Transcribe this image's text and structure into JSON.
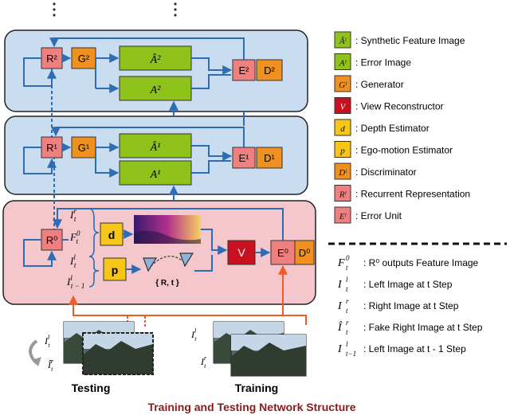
{
  "diagram": {
    "caption": "Training and Testing Network Structure",
    "layers": [
      {
        "recurrent": "R²",
        "generator": "G²",
        "synthetic": "Â²",
        "error": "A²",
        "error_unit": "E²",
        "discriminator": "D²"
      },
      {
        "recurrent": "R¹",
        "generator": "G¹",
        "synthetic": "Â¹",
        "error": "A¹",
        "error_unit": "E¹",
        "discriminator": "D¹"
      }
    ],
    "base": {
      "recurrent": "R⁰",
      "depth": "d",
      "egomotion": "p",
      "pose_label": "{ R, t }",
      "view": "V",
      "error_unit": "E⁰",
      "discriminator": "D⁰",
      "inputs": [
        "Iᵗʳ",
        "Fᵗ⁰",
        "Iᵗˡ",
        "Iˡ t−1"
      ]
    },
    "panels": {
      "testing_label": "Testing",
      "training_label": "Training"
    }
  },
  "legend": {
    "items": [
      {
        "symbol": "Âˡ",
        "text": ": Synthetic Feature Image",
        "color": "#8fc21b"
      },
      {
        "symbol": "Aˡ",
        "text": ": Error Image",
        "color": "#8fc21b"
      },
      {
        "symbol": "Gˡ",
        "text": ": Generator",
        "color": "#f0901e"
      },
      {
        "symbol": "V",
        "text": ": View Reconstructor",
        "color": "#c8101e"
      },
      {
        "symbol": "d",
        "text": ": Depth Estimator",
        "color": "#f5c518"
      },
      {
        "symbol": "p",
        "text": ": Ego-motion Estimator",
        "color": "#f5c518"
      },
      {
        "symbol": "Dˡ",
        "text": ": Discriminator",
        "color": "#f0901e"
      },
      {
        "symbol": "Rˡ",
        "text": ": Recurrent Representation",
        "color": "#f08080"
      },
      {
        "symbol": "Eˡ",
        "text": ": Error Unit",
        "color": "#f08080"
      }
    ],
    "notation": [
      {
        "symbol": "F",
        "sup": "0",
        "sub": "t",
        "text": ": R⁰ outputs Feature Image"
      },
      {
        "symbol": "I",
        "sup": "l",
        "sub": "t",
        "text": ": Left Image at t Step"
      },
      {
        "symbol": "I",
        "sup": "r",
        "sub": "t",
        "text": ": Right Image at t Step"
      },
      {
        "symbol": "Î",
        "sup": "r",
        "sub": "t",
        "text": ": Fake Right Image at t Step"
      },
      {
        "symbol": "I",
        "sup": "l",
        "sub": "t−1",
        "text": ": Left Image at t - 1 Step"
      }
    ]
  },
  "colors": {
    "layer_fill": "#c9dcf0",
    "base_fill": "#f4c7cc",
    "arrow": "#2e6db4",
    "red_arrow": "#f05a28",
    "green": "#8fc21b",
    "orange": "#f0901e",
    "pink": "#f08080",
    "red": "#c8101e",
    "yellow": "#f5c518"
  }
}
